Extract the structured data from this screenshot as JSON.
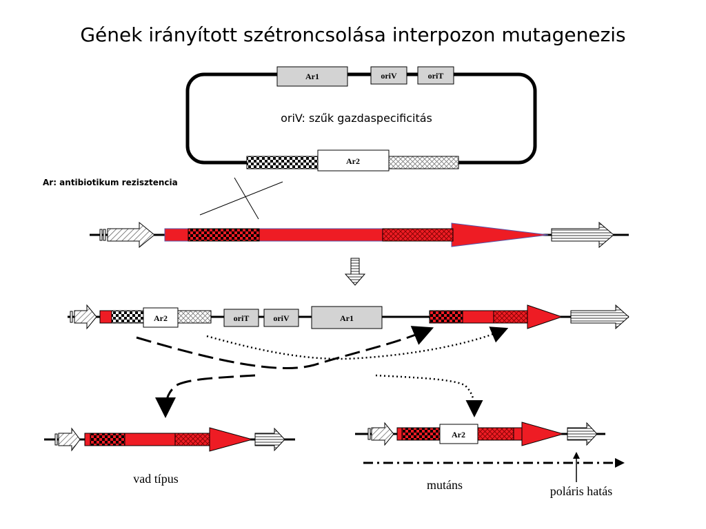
{
  "title": "Gének irányított szétroncsolása interpozon mutagenezis",
  "plasmid": {
    "labels": {
      "ar1": "Ar1",
      "oriv": "oriV",
      "orit": "oriT",
      "ar2": "Ar2"
    },
    "note": "oriV: szűk gazdaspecificitás"
  },
  "legend_note": "Ar: antibiotikum rezisztencia",
  "integrated": {
    "labels": {
      "ar2": "Ar2",
      "orit": "oriT",
      "oriv": "oriV",
      "ar1": "Ar1"
    }
  },
  "mutant_insert_label": "Ar2",
  "captions": {
    "wild_type": "vad típus",
    "mutant": "mutáns",
    "polar_effect": "poláris hatás"
  },
  "colors": {
    "gene_red": "#ee1c24",
    "box_gray": "#d3d3d3",
    "line": "#000000"
  }
}
